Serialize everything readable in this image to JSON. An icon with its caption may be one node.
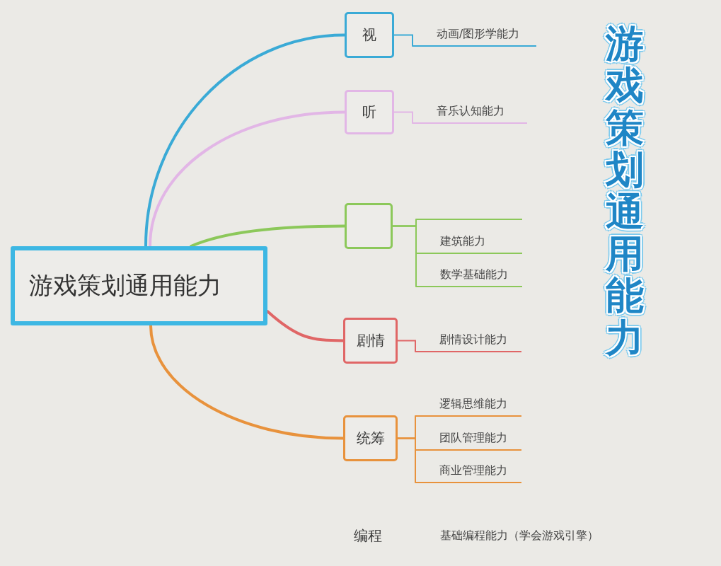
{
  "diagram": {
    "title": "游戏策划通用能力",
    "nodes": [
      {
        "text": [
          "游戏策划通用能力"
        ]
      },
      {
        "text": [
          "视"
        ]
      },
      {
        "text": [
          "动画/图形学能力"
        ]
      },
      {
        "text": [
          "听"
        ]
      },
      {
        "text": [
          "音乐认知能力"
        ]
      },
      {
        "text": [],
        "shape": "box"
      },
      {
        "text": [],
        "shape": "line"
      },
      {
        "text": [
          "建筑能力"
        ]
      },
      {
        "text": [
          "数学基础能力"
        ]
      },
      {
        "text": [
          "剧情"
        ]
      },
      {
        "text": [
          "剧情设计能力"
        ]
      },
      {
        "text": [
          "统筹"
        ]
      },
      {
        "text": [
          "逻辑思维能力"
        ]
      },
      {
        "text": [
          "团队管理能力"
        ]
      },
      {
        "text": [
          "商业管理能力"
        ]
      }
    ],
    "edges": [
      {
        "from": 0,
        "to": 1,
        "arrow": "none",
        "style": "thick",
        "color": "#3aaad6"
      },
      {
        "from": 0,
        "to": 3,
        "arrow": "none",
        "style": "thick",
        "color": "#e2b6e6"
      },
      {
        "from": 0,
        "to": 5,
        "arrow": "none",
        "style": "thick",
        "color": "#8cc85a"
      },
      {
        "from": 0,
        "to": 9,
        "arrow": "none",
        "style": "thick",
        "color": "#e06666"
      },
      {
        "from": 0,
        "to": 11,
        "arrow": "none",
        "style": "thick",
        "color": "#e8923c"
      },
      {
        "from": 1,
        "to": 2,
        "arrow": "none",
        "color": "#3aaad6"
      },
      {
        "from": 3,
        "to": 4,
        "arrow": "none",
        "color": "#e2b6e6"
      },
      {
        "from": 5,
        "to": 6,
        "arrow": "none",
        "color": "#8cc85a"
      },
      {
        "from": 5,
        "to": 7,
        "arrow": "none",
        "color": "#8cc85a"
      },
      {
        "from": 5,
        "to": 8,
        "arrow": "none",
        "color": "#8cc85a"
      },
      {
        "from": 9,
        "to": 10,
        "arrow": "none",
        "color": "#e06666"
      },
      {
        "from": 11,
        "to": 12,
        "arrow": "none",
        "color": "#e8923c"
      },
      {
        "from": 11,
        "to": 13,
        "arrow": "none",
        "color": "#e8923c"
      },
      {
        "from": 11,
        "to": 14,
        "arrow": "none",
        "color": "#e8923c"
      }
    ],
    "labels": [
      "编程",
      "基础编程能力（学会游戏引擎）"
    ]
  }
}
